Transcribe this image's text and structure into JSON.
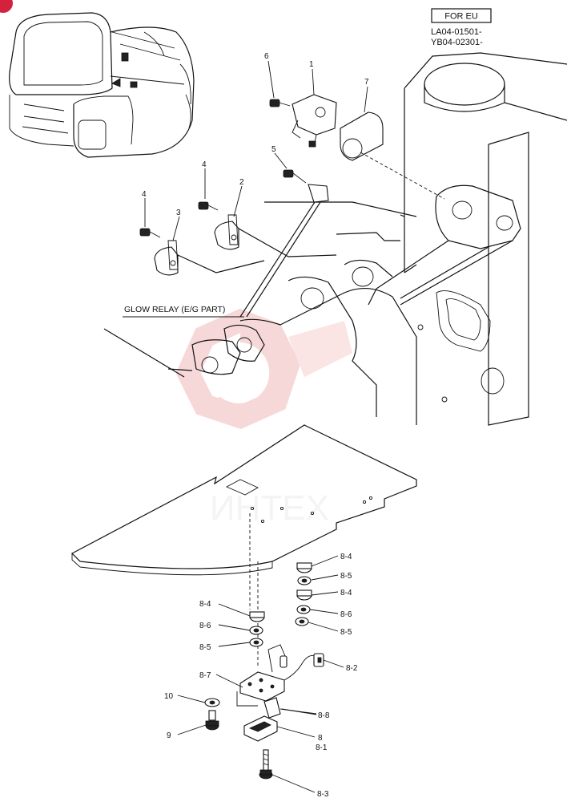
{
  "header": {
    "badge": "FOR EU",
    "serial_1": "LA04-01501-",
    "serial_2": "YB04-02301-"
  },
  "note": "GLOW RELAY (E/G PART)",
  "watermark": "ИНТЕХ",
  "callouts": [
    {
      "id": "c-6",
      "label": "6"
    },
    {
      "id": "c-1",
      "label": "1"
    },
    {
      "id": "c-7",
      "label": "7"
    },
    {
      "id": "c-5",
      "label": "5"
    },
    {
      "id": "c-4a",
      "label": "4"
    },
    {
      "id": "c-2",
      "label": "2"
    },
    {
      "id": "c-4b",
      "label": "4"
    },
    {
      "id": "c-3",
      "label": "3"
    },
    {
      "id": "c-8-4a",
      "label": "8-4"
    },
    {
      "id": "c-8-5a",
      "label": "8-5"
    },
    {
      "id": "c-8-4b",
      "label": "8-4"
    },
    {
      "id": "c-8-6a",
      "label": "8-6"
    },
    {
      "id": "c-8-5b",
      "label": "8-5"
    },
    {
      "id": "c-8-4c",
      "label": "8-4"
    },
    {
      "id": "c-8-6b",
      "label": "8-6"
    },
    {
      "id": "c-8-5c",
      "label": "8-5"
    },
    {
      "id": "c-8-2",
      "label": "8-2"
    },
    {
      "id": "c-8-7",
      "label": "8-7"
    },
    {
      "id": "c-10",
      "label": "10"
    },
    {
      "id": "c-8-8",
      "label": "8-8"
    },
    {
      "id": "c-9",
      "label": "9"
    },
    {
      "id": "c-8",
      "label": "8"
    },
    {
      "id": "c-8-1",
      "label": "8-1"
    },
    {
      "id": "c-8-3",
      "label": "8-3"
    }
  ],
  "colors": {
    "line": "#111111",
    "watermark": "#f2b9b9",
    "corner_badge": "#d4213d"
  }
}
